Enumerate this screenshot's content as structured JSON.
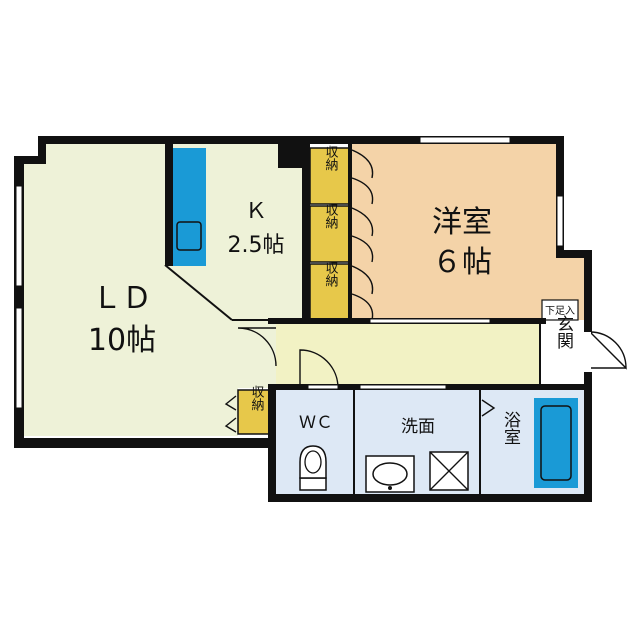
{
  "colors": {
    "wall": "#111111",
    "ldk_floor": "#eef2d8",
    "western_floor": "#f4d3a8",
    "hall_floor": "#f2f2c4",
    "storage": "#e7c84a",
    "wet_floor": "#dde8f5",
    "fixture_blue": "#1a9ad6"
  },
  "rooms": {
    "ld": {
      "name": "ＬＤ",
      "size": "10帖"
    },
    "kitchen": {
      "name": "Ｋ",
      "size": "2.5帖"
    },
    "western": {
      "name": "洋室",
      "size": "６帖"
    },
    "wc": {
      "name": "ＷＣ"
    },
    "washroom": {
      "name": "洗面"
    },
    "bath": {
      "name": "浴室"
    },
    "entrance": {
      "name": "玄関",
      "shoe_shelf": "下足入"
    }
  },
  "storage": {
    "closet_1": "収納",
    "closet_2": "収納",
    "closet_3": "収納",
    "ld_closet": "収納"
  }
}
